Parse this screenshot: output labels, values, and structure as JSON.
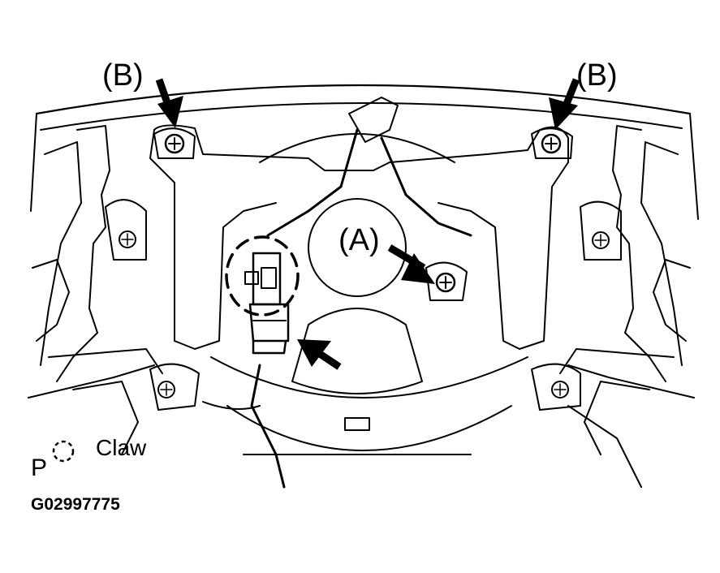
{
  "labels": {
    "b_left": "(B)",
    "b_right": "(B)",
    "a": "(A)"
  },
  "legend": {
    "prefix": "P",
    "icon": "claw-dashed-circle-icon",
    "text": "Claw"
  },
  "figure_id": "G02997775",
  "colors": {
    "line": "#000000",
    "background": "#ffffff"
  }
}
